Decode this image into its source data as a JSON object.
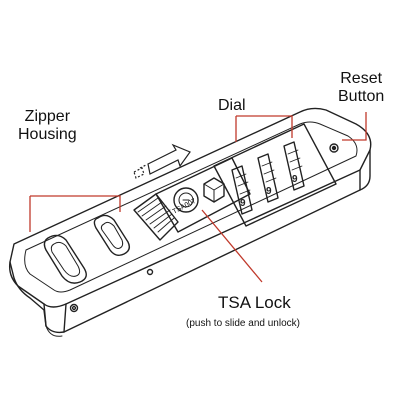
{
  "labels": {
    "zipper_line1": "Zipper",
    "zipper_line2": "Housing",
    "dial": "Dial",
    "reset_line1": "Reset",
    "reset_line2": "Button",
    "tsa": "TSA Lock",
    "tsa_note": "(push to slide and unlock)"
  },
  "lock_text": {
    "tsa_logo": "TSA007",
    "dial_digits": [
      "9",
      "9",
      "9"
    ]
  },
  "colors": {
    "leader_lines": "#c0392b",
    "outline": "#222222",
    "background": "#ffffff"
  }
}
